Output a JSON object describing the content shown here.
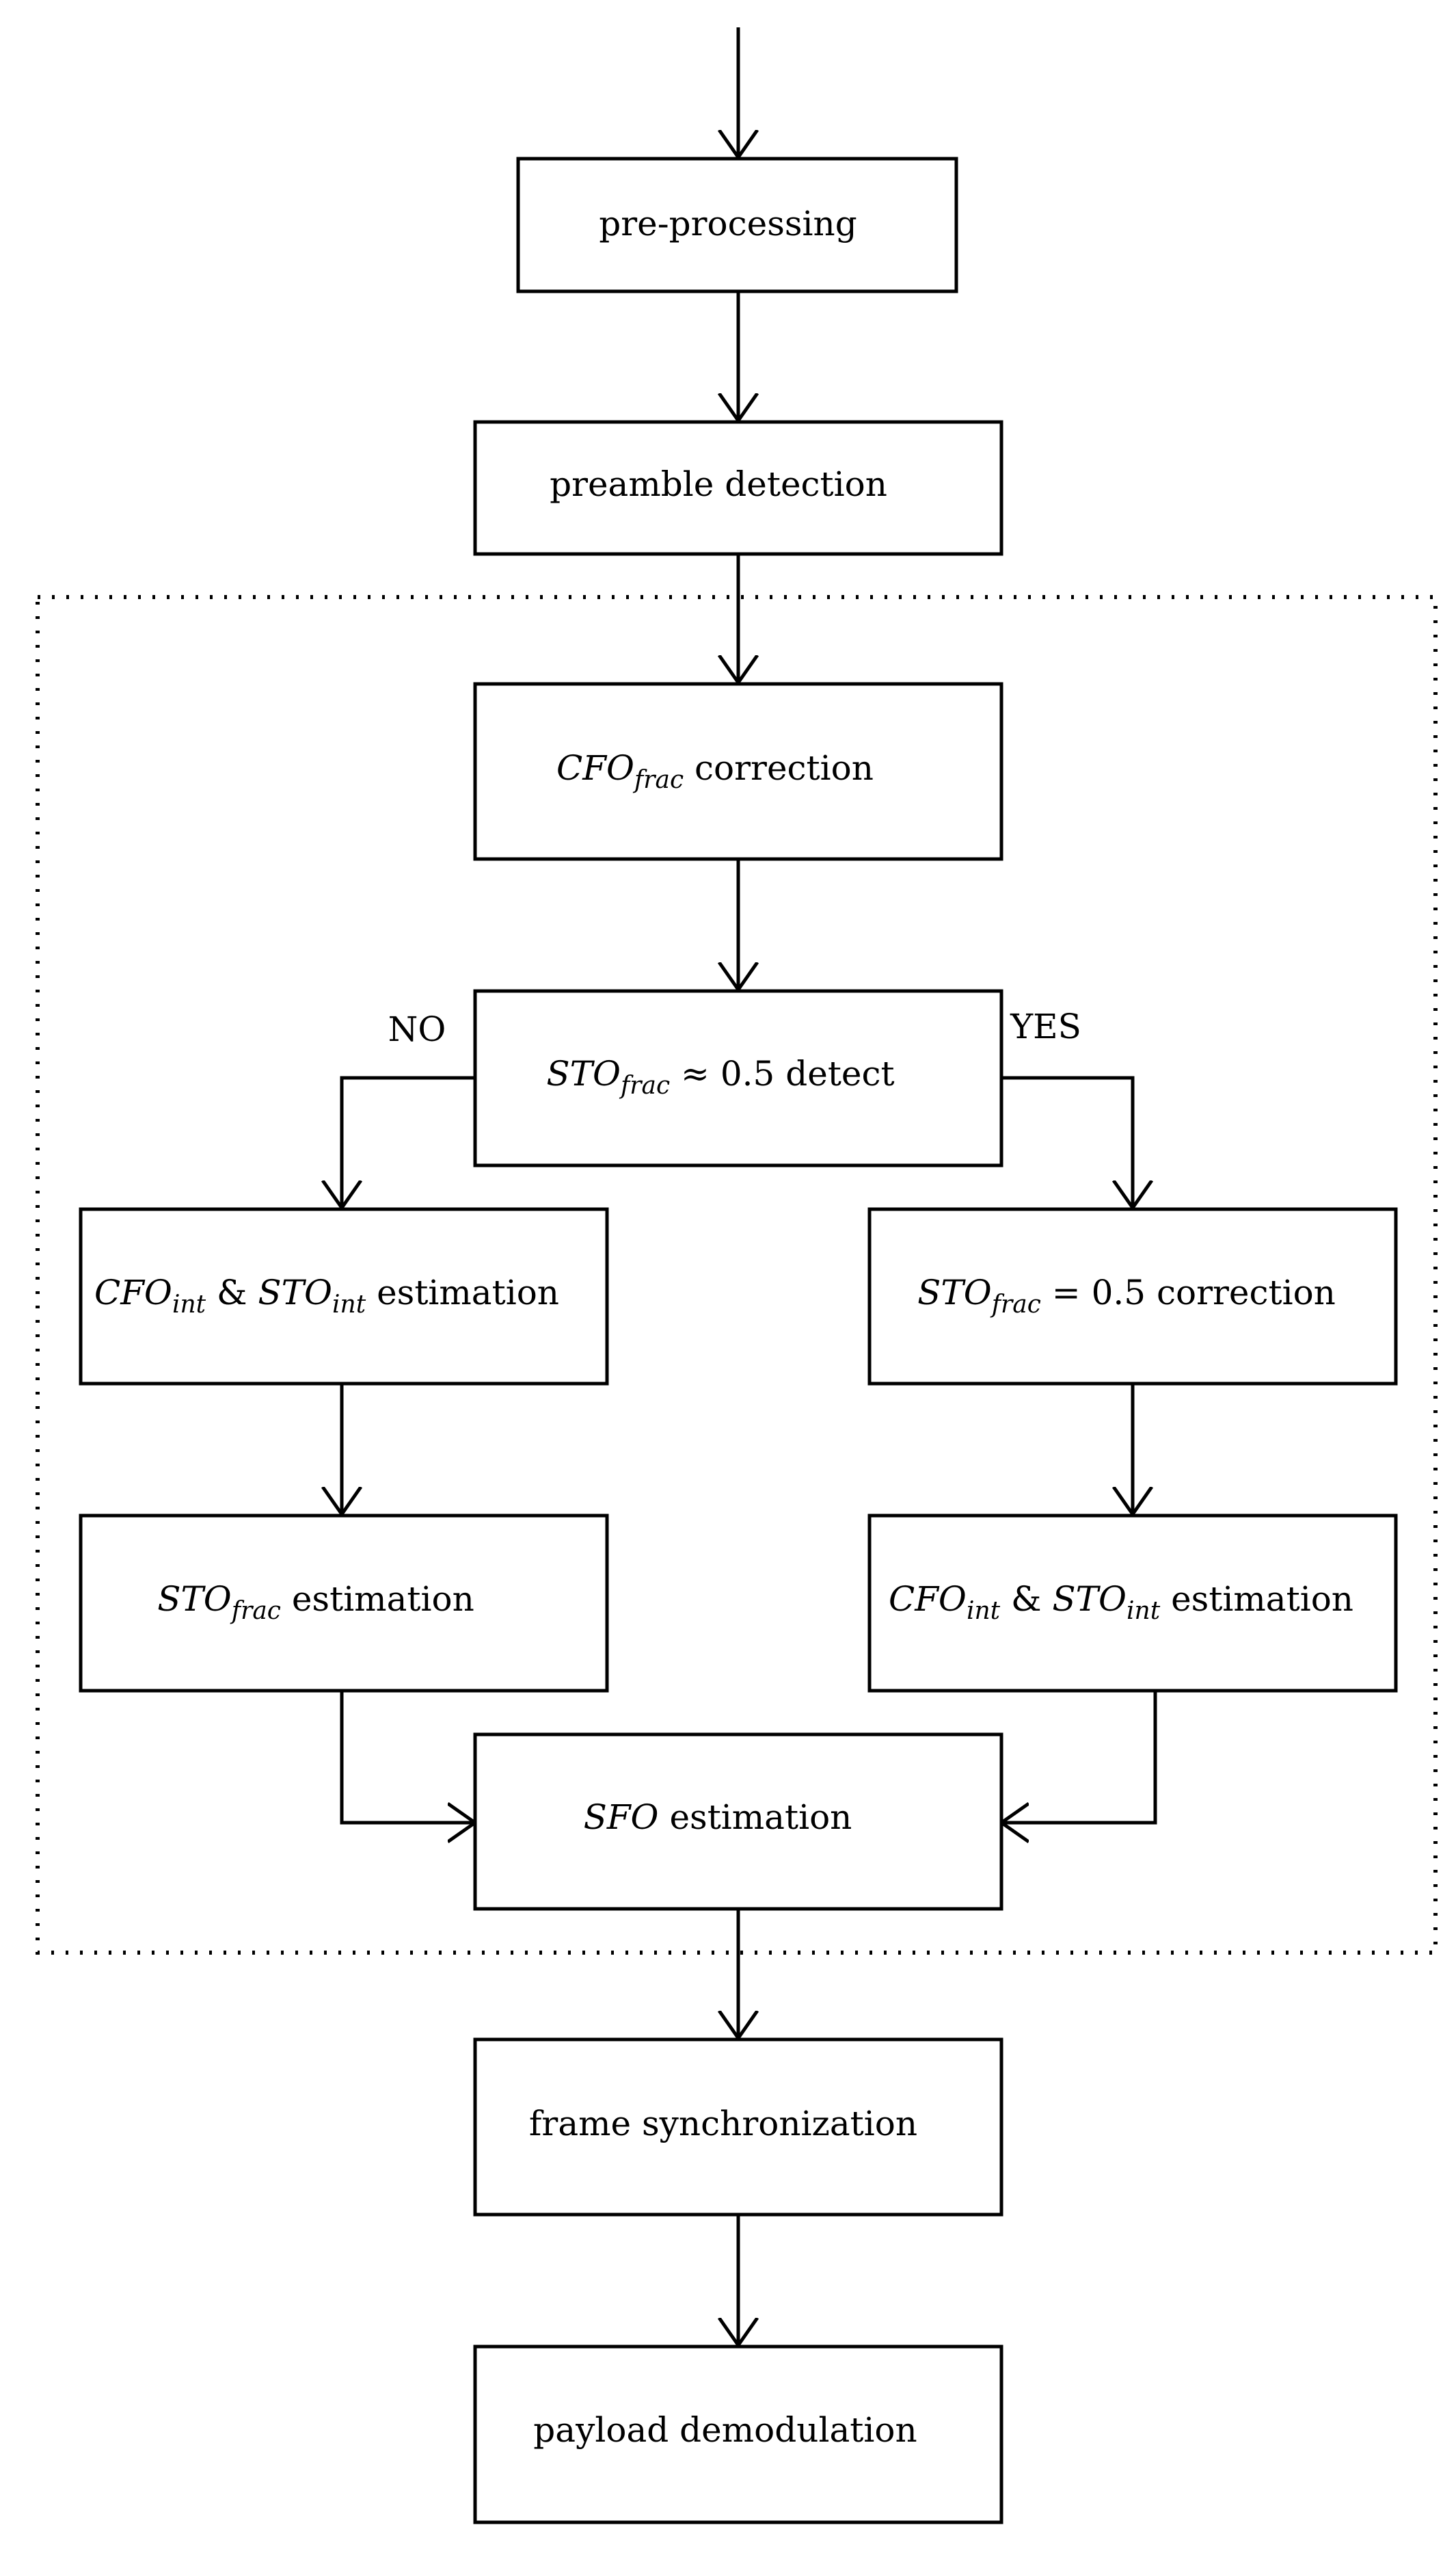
{
  "flowchart": {
    "nodes": {
      "pre_processing": {
        "label": "pre-processing"
      },
      "preamble_detection": {
        "label": "preamble detection"
      },
      "cfo_frac_correction": {
        "var": "CFO",
        "var_sub": "frac",
        "rest": " correction"
      },
      "sto_frac_detect": {
        "var": "STO",
        "var_sub": "frac",
        "rest": " ≈ 0.5 detect"
      },
      "left_cfo_sto_int_estimation": {
        "var1": "CFO",
        "var1_sub": "int",
        "mid": " & ",
        "var2": "STO",
        "var2_sub": "int",
        "rest": " estimation"
      },
      "sto_frac_half_correction": {
        "var": "STO",
        "var_sub": "frac",
        "rest": " = 0.5 correction"
      },
      "sto_frac_estimation": {
        "var": "STO",
        "var_sub": "frac",
        "rest": " estimation"
      },
      "right_cfo_sto_int_estimation": {
        "var1": "CFO",
        "var1_sub": "int",
        "mid": " & ",
        "var2": "STO",
        "var2_sub": "int",
        "rest": " estimation"
      },
      "sfo_estimation": {
        "var": "SFO",
        "rest": " estimation"
      },
      "frame_synchronization": {
        "label": "frame synchronization"
      },
      "payload_demodulation": {
        "label": "payload demodulation"
      }
    },
    "branch_labels": {
      "no": "NO",
      "yes": "YES"
    }
  }
}
